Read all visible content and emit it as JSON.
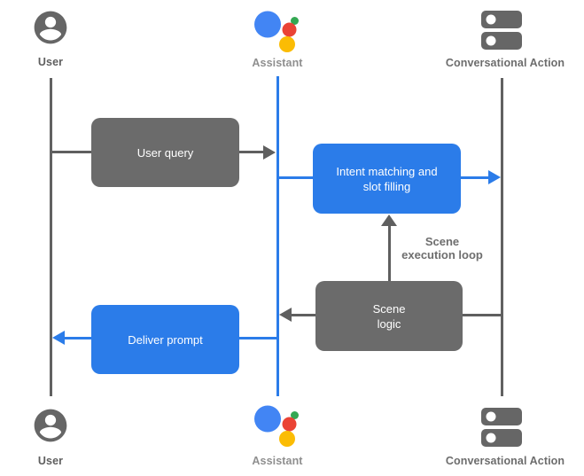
{
  "colors": {
    "accent_blue": "#2b7ce9",
    "box_gray": "#6b6b6b",
    "line_gray": "#5f5f5f",
    "assistant_logo_blue": "#4285F4",
    "assistant_logo_red": "#EA4335",
    "assistant_logo_green": "#34A853",
    "assistant_logo_yellow": "#FBBC04",
    "icon_gray": "#666666"
  },
  "actors": {
    "user_top": {
      "label": "User"
    },
    "assistant_top": {
      "label": "Assistant"
    },
    "action_top": {
      "label": "Conversational Action"
    },
    "user_bottom": {
      "label": "User"
    },
    "assistant_bottom": {
      "label": "Assistant"
    },
    "action_bottom": {
      "label": "Conversational Action"
    }
  },
  "flow": {
    "user_query": {
      "label": "User query"
    },
    "intent_matching": {
      "label": "Intent matching and slot filling"
    },
    "scene_logic": {
      "line1": "Scene",
      "line2": "logic"
    },
    "deliver_prompt": {
      "label": "Deliver prompt"
    },
    "scene_execution_loop": {
      "line1": "Scene",
      "line2": "execution loop"
    }
  }
}
